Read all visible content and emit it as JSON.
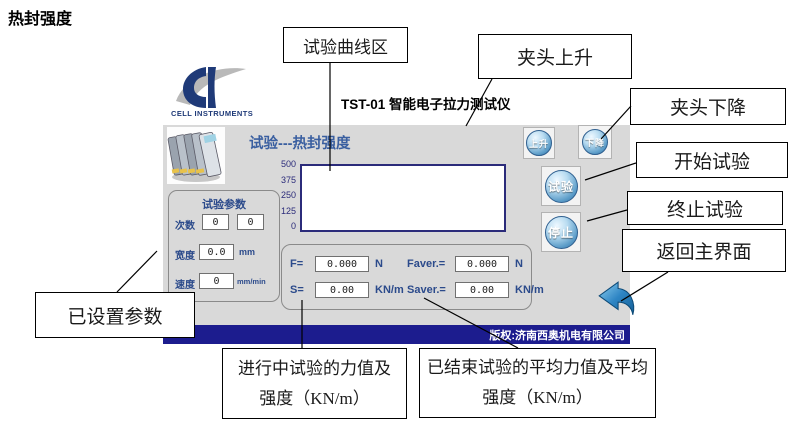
{
  "page": {
    "title": "热封强度"
  },
  "device": {
    "brand": "CELL INSTRUMENTS",
    "title": "TST-01  智能电子拉力测试仪",
    "screen_title": "试验---热封强度",
    "copyright": "版权:济南西奥机电有限公司",
    "buttons": {
      "up": "上升",
      "down": "下降",
      "test": "试验",
      "stop": "停止"
    },
    "chart": {
      "y_ticks": [
        "500",
        "375",
        "250",
        "125",
        "0"
      ]
    },
    "params": {
      "title": "试验参数",
      "rows": [
        {
          "label": "次数",
          "value1": "0",
          "value2": "0"
        },
        {
          "label": "宽度",
          "value1": "0.0",
          "unit": "mm"
        },
        {
          "label": "速度",
          "value1": "0",
          "unit": "mm/min"
        }
      ]
    },
    "readings": [
      {
        "label": "F=",
        "value": "0.000",
        "unit": "N"
      },
      {
        "label": "Faver.=",
        "value": "0.000",
        "unit": "N"
      },
      {
        "label": "S=",
        "value": "0.00",
        "unit": "KN/m"
      },
      {
        "label": "Saver.=",
        "value": "0.00",
        "unit": "KN/m"
      }
    ]
  },
  "callouts": {
    "curve_area": "试验曲线区",
    "chuck_up": "夹头上升",
    "chuck_down": "夹头下降",
    "start_test": "开始试验",
    "stop_test": "终止试验",
    "back_main": "返回主界面",
    "set_params": "已设置参数",
    "running_values": "进行中试验的力值及强度（KN/m）",
    "finished_values": "已结束试验的平均力值及平均强度（KN/m）"
  }
}
